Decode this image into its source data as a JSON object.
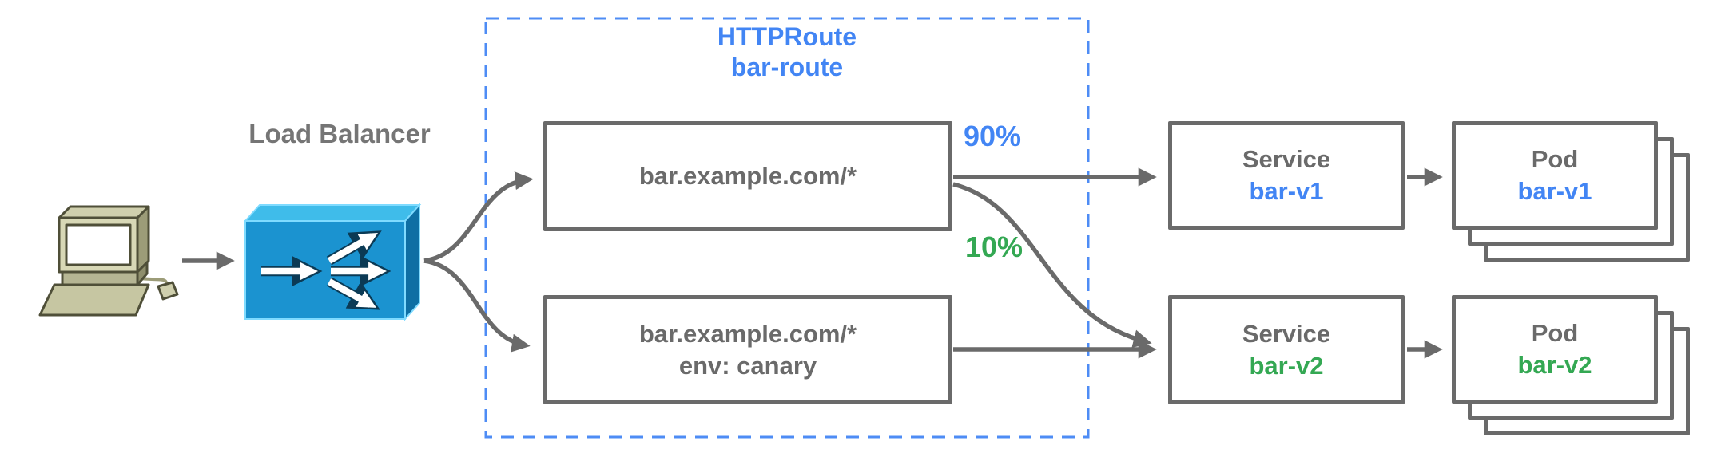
{
  "colors": {
    "blue": "#4285F4",
    "green": "#34A853",
    "gray": "#6A6A6A",
    "label_gray": "#757575",
    "dashed_border": "#4E8CF5",
    "lb_front": "#1B93D0",
    "lb_top": "#3FBCEA",
    "lb_side": "#0E6FA4"
  },
  "icons": {
    "client": "client-computer-icon",
    "load_balancer": "load-balancer-icon"
  },
  "load_balancer": {
    "label": "Load Balancer"
  },
  "httproute": {
    "title": "HTTPRoute",
    "name": "bar-route"
  },
  "routes": [
    {
      "host": "bar.example.com/*",
      "match": ""
    },
    {
      "host": "bar.example.com/*",
      "match": "env: canary"
    }
  ],
  "weights": {
    "primary": "90%",
    "canary": "10%"
  },
  "services": [
    {
      "kind": "Service",
      "name": "bar-v1"
    },
    {
      "kind": "Service",
      "name": "bar-v2"
    }
  ],
  "pods": [
    {
      "kind": "Pod",
      "name": "bar-v1"
    },
    {
      "kind": "Pod",
      "name": "bar-v2"
    }
  ]
}
